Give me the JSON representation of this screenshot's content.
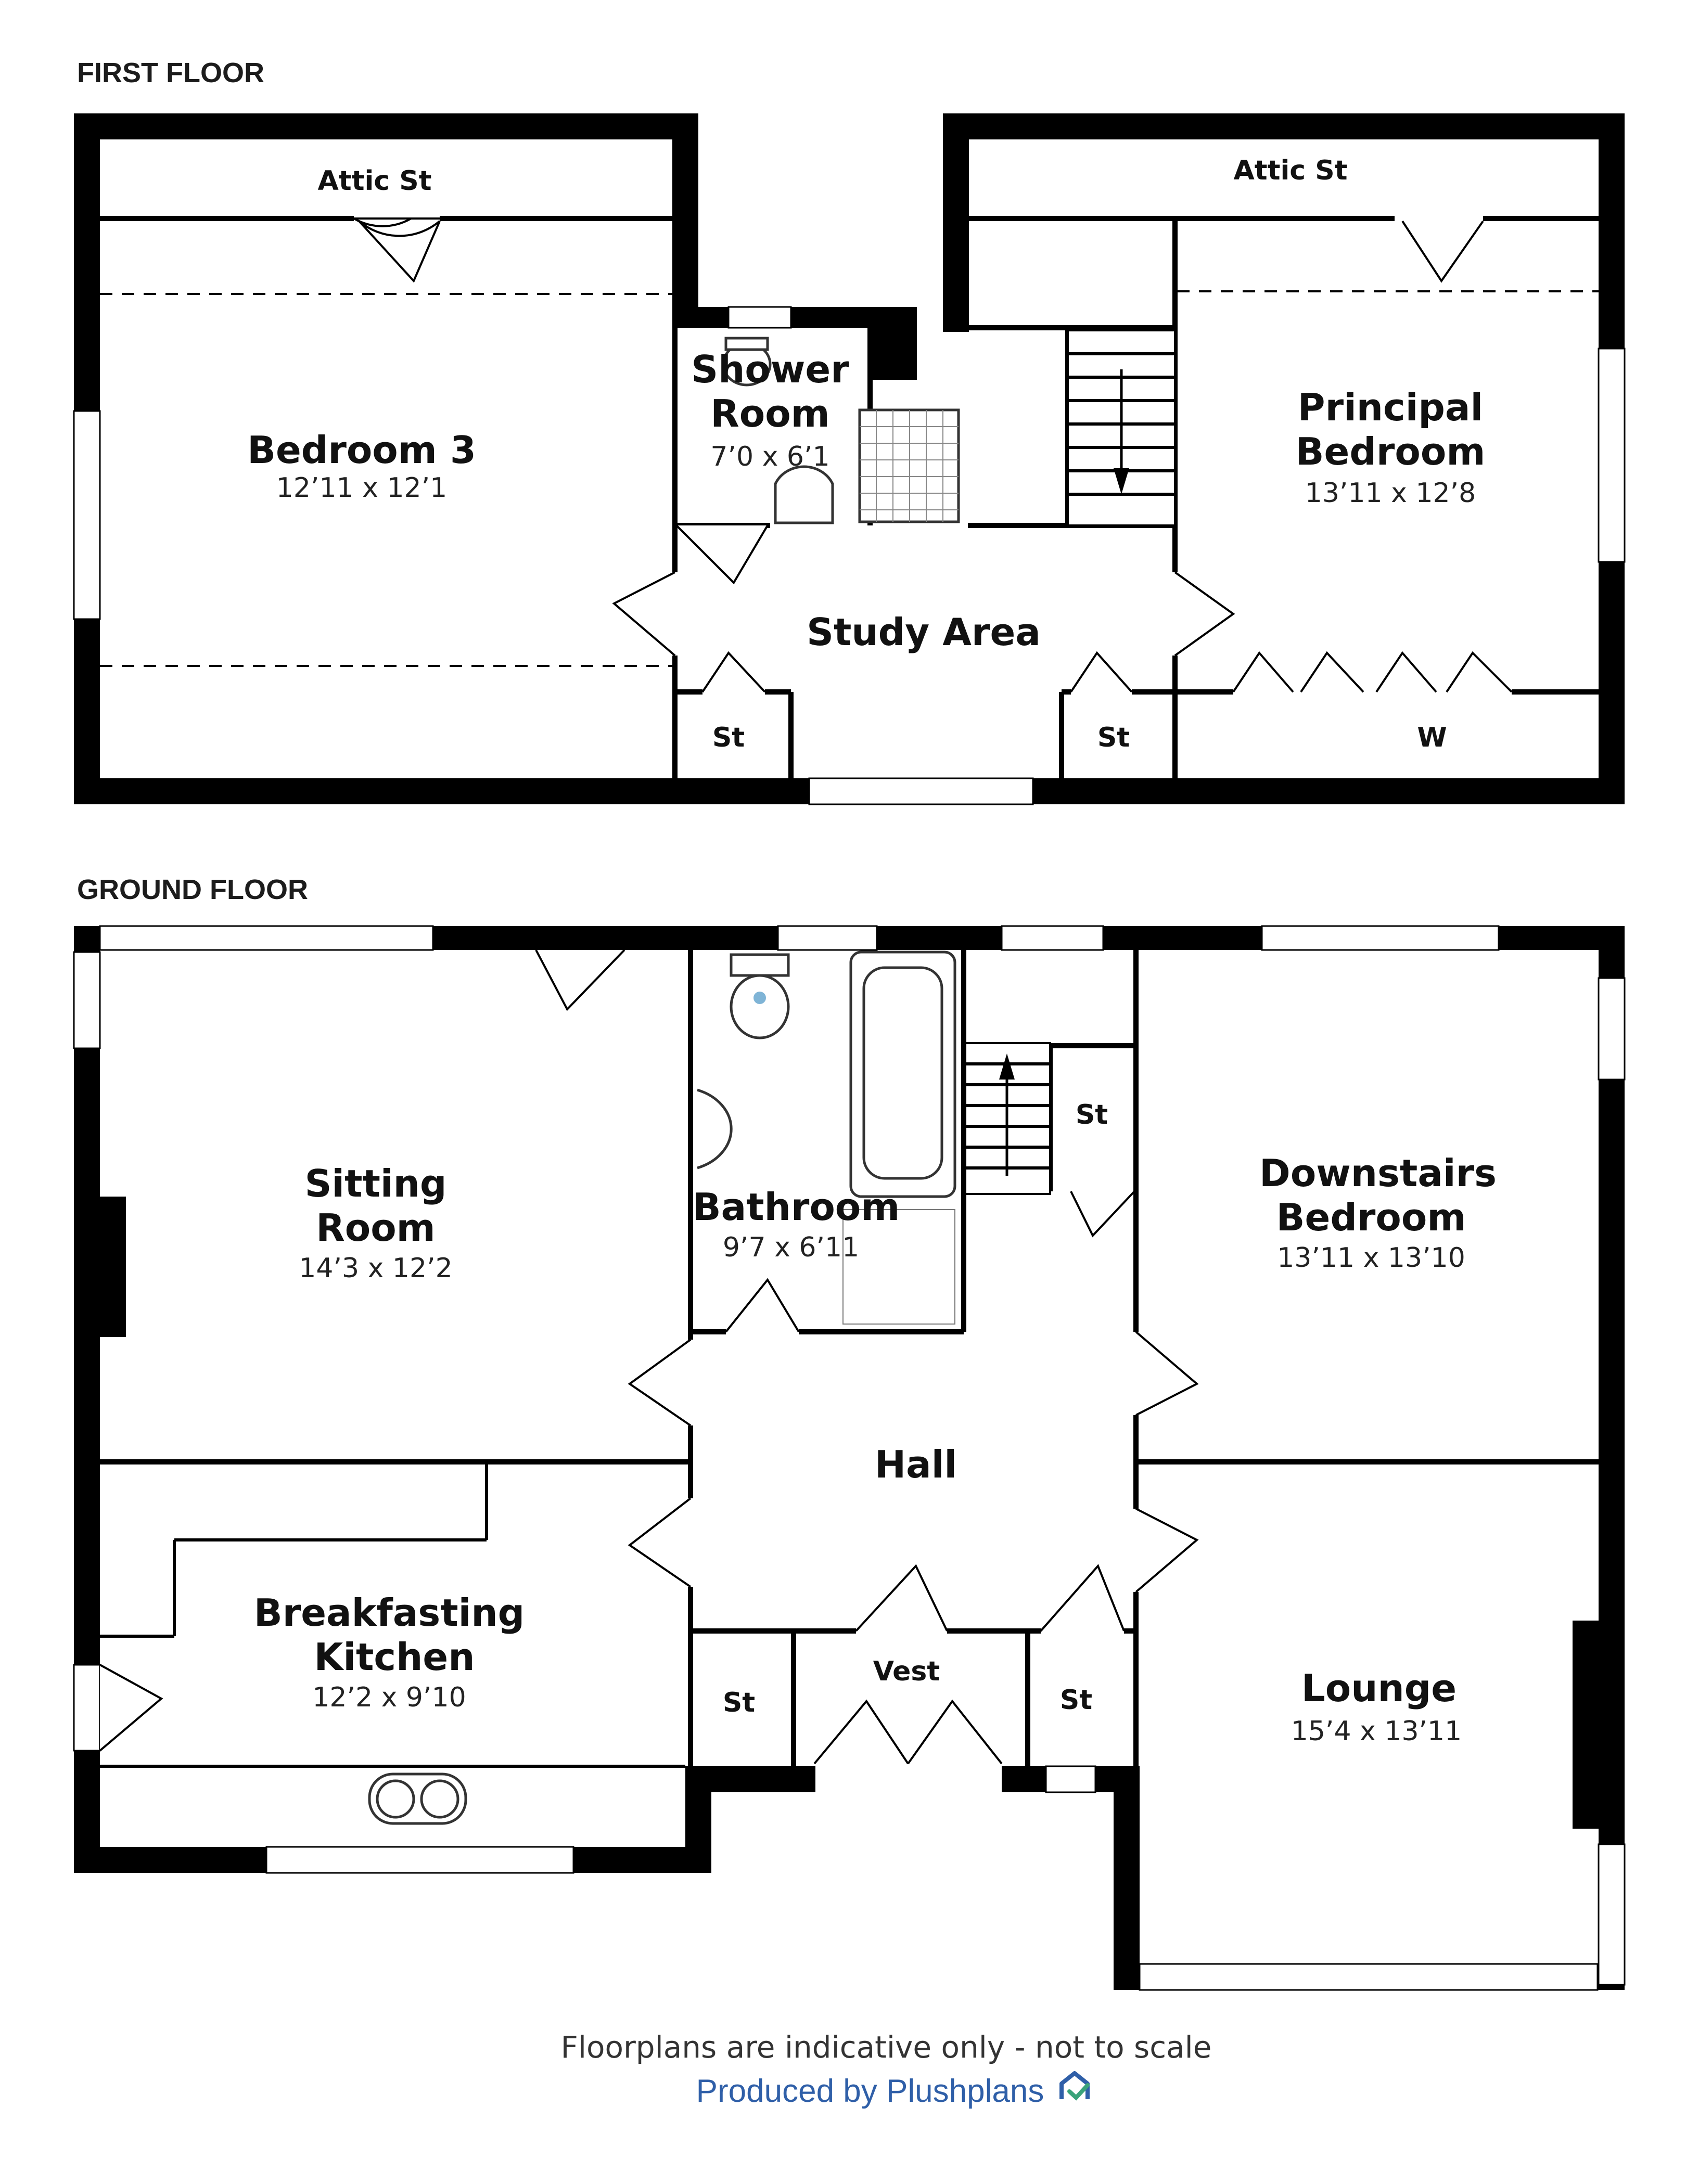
{
  "floors": {
    "first": {
      "title": "FIRST FLOOR",
      "rooms": {
        "bedroom3": {
          "name": "Bedroom 3",
          "dims": "12’11 x 12’1"
        },
        "shower_line1": "Shower",
        "shower_line2": "Room",
        "shower_dims": "7’0 x 6’1",
        "principal_line1": "Principal",
        "principal_line2": "Bedroom",
        "principal_dims": "13’11 x 12’8",
        "study": "Study Area",
        "attic_left": "Attic St",
        "attic_right": "Attic St",
        "store_left": "St",
        "store_right": "St",
        "wardrobe": "W"
      }
    },
    "ground": {
      "title": "GROUND FLOOR",
      "rooms": {
        "sitting_line1": "Sitting",
        "sitting_line2": "Room",
        "sitting_dims": "14’3 x 12’2",
        "bathroom": "Bathroom",
        "bathroom_dims": "9’7 x 6’11",
        "downstairs_line1": "Downstairs",
        "downstairs_line2": "Bedroom",
        "downstairs_dims": "13’11 x 13’10",
        "hall": "Hall",
        "kitchen_line1": "Breakfasting",
        "kitchen_line2": "Kitchen",
        "kitchen_dims": "12’2 x 9’10",
        "vest": "Vest",
        "lounge": "Lounge",
        "lounge_dims": "15’4 x 13’11",
        "store_stair": "St",
        "store_kitchen": "St",
        "store_lounge": "St"
      }
    }
  },
  "footer": {
    "disclaimer": "Floorplans are indicative only - not to scale",
    "credit": "Produced by Plushplans"
  },
  "colors": {
    "wall": "#000000",
    "credit": "#2f5fa8",
    "logo_accent": "#3aa37a"
  },
  "icons": [
    "plushplans-logo-icon",
    "stair-arrow-down-icon",
    "stair-arrow-up-icon"
  ]
}
